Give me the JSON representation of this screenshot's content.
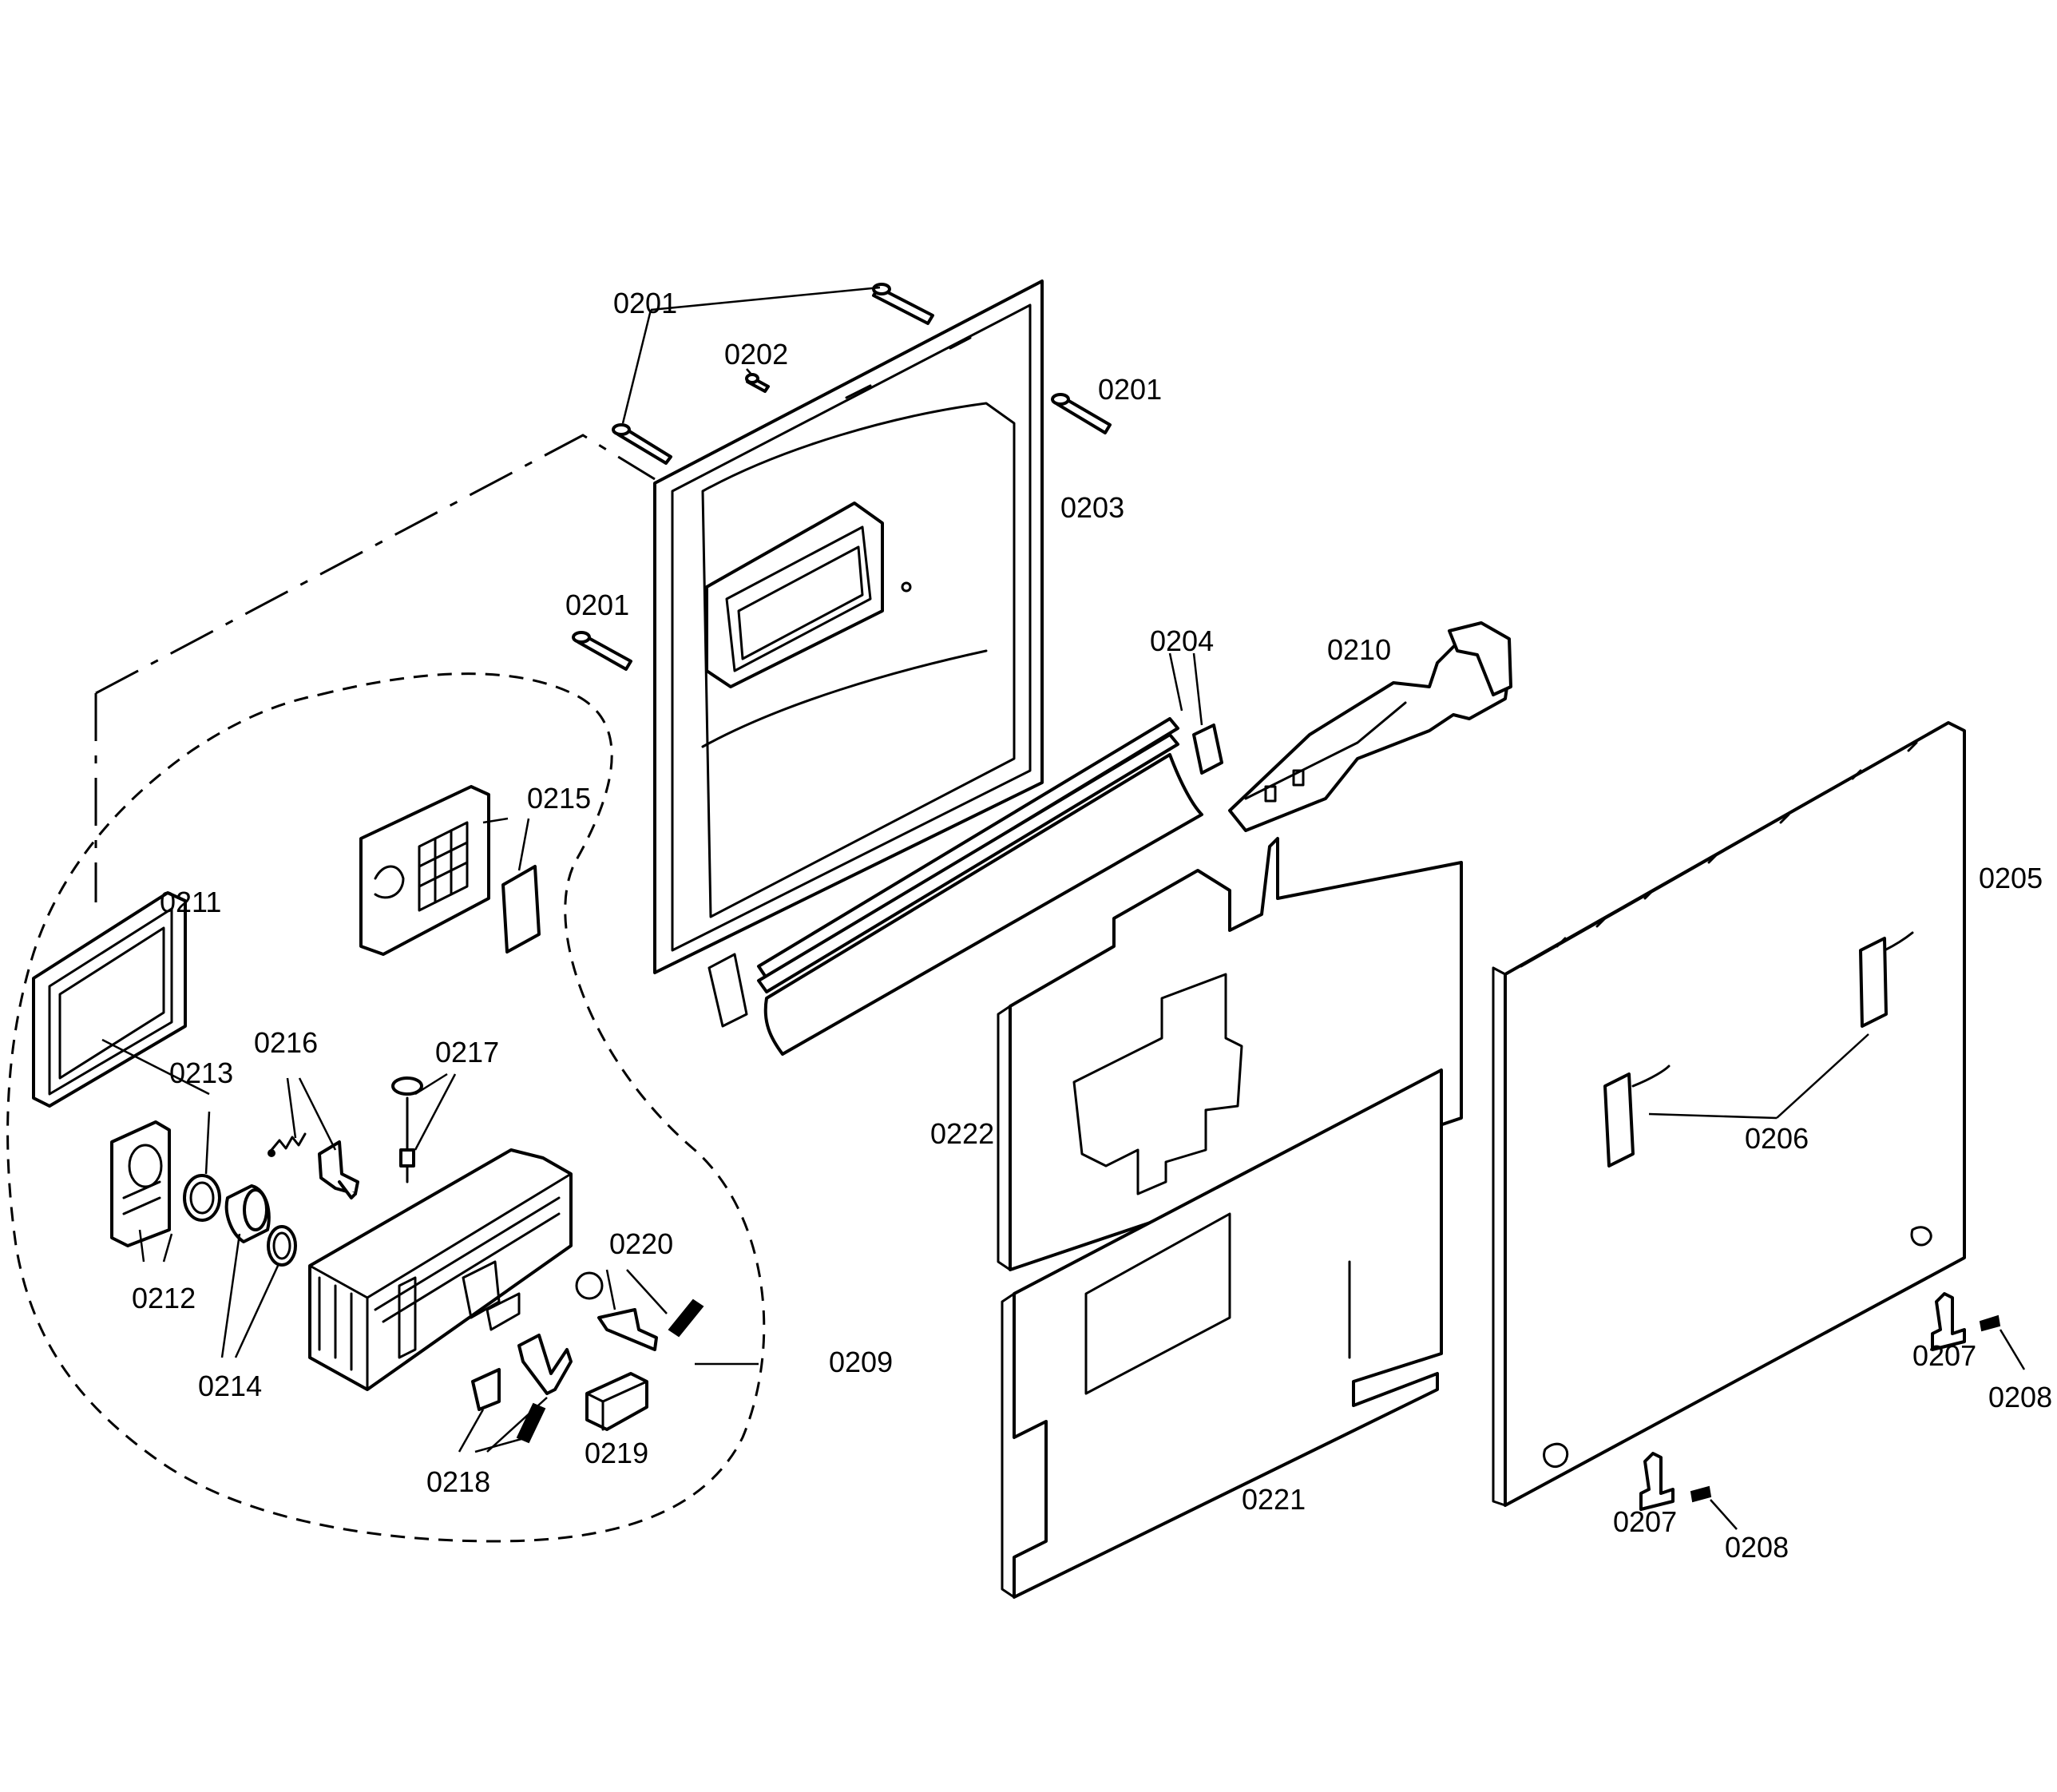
{
  "diagram": {
    "callouts": {
      "c0201a": "0201",
      "c0202": "0202",
      "c0201b": "0201",
      "c0203": "0203",
      "c0201c": "0201",
      "c0204": "0204",
      "c0210": "0210",
      "c0215": "0215",
      "c0211": "0211",
      "c0205": "0205",
      "c0216": "0216",
      "c0217": "0217",
      "c0213": "0213",
      "c0222": "0222",
      "c0206": "0206",
      "c0220": "0220",
      "c0212": "0212",
      "c0209": "0209",
      "c0214": "0214",
      "c0207a": "0207",
      "c0208a": "0208",
      "c0219": "0219",
      "c0218": "0218",
      "c0221": "0221",
      "c0207b": "0207",
      "c0208b": "0208"
    }
  }
}
